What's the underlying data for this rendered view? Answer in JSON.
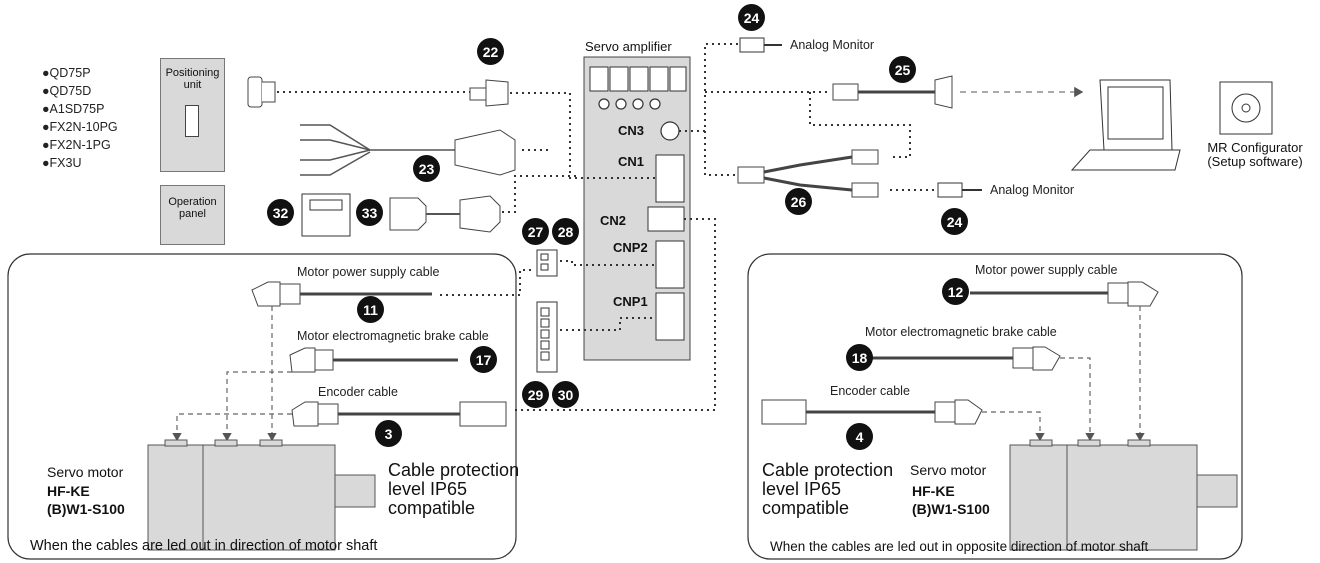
{
  "plc_list": [
    "●QD75P",
    "●QD75D",
    "●A1SD75P",
    "●FX2N-10PG",
    "●FX2N-1PG",
    "●FX3U"
  ],
  "positioning_unit": "Positioning unit",
  "operation_panel": "Operation panel",
  "amplifier": {
    "title": "Servo amplifier",
    "cn3": "CN3",
    "cn1": "CN1",
    "cn2": "CN2",
    "cnp2": "CNP2",
    "cnp1": "CNP1"
  },
  "analog_monitor": "Analog Monitor",
  "mr_configurator": [
    "MR Configurator",
    "(Setup software)"
  ],
  "left_group": {
    "power_cable": "Motor power supply cable",
    "brake_cable": "Motor electromagnetic brake cable",
    "encoder_cable": "Encoder cable",
    "motor_label": "Servo motor",
    "motor_model": [
      "HF-KE",
      "(B)W1-S100"
    ],
    "protection": [
      "Cable protection",
      "level IP65",
      "compatible"
    ],
    "caption": "When the cables are led out in direction of motor shaft"
  },
  "right_group": {
    "power_cable": "Motor power supply cable",
    "brake_cable": "Motor electromagnetic brake cable",
    "encoder_cable": "Encoder cable",
    "motor_label": "Servo motor",
    "motor_model": [
      "HF-KE",
      "(B)W1-S100"
    ],
    "protection": [
      "Cable protection",
      "level IP65",
      "compatible"
    ],
    "caption": "When the cables are led out in opposite direction of motor shaft"
  },
  "badges": {
    "b3": "3",
    "b4": "4",
    "b11": "11",
    "b12": "12",
    "b17": "17",
    "b18": "18",
    "b22": "22",
    "b23": "23",
    "b24a": "24",
    "b24b": "24",
    "b25": "25",
    "b26": "26",
    "b27": "27",
    "b28": "28",
    "b29": "29",
    "b30": "30",
    "b32": "32",
    "b33": "33"
  }
}
